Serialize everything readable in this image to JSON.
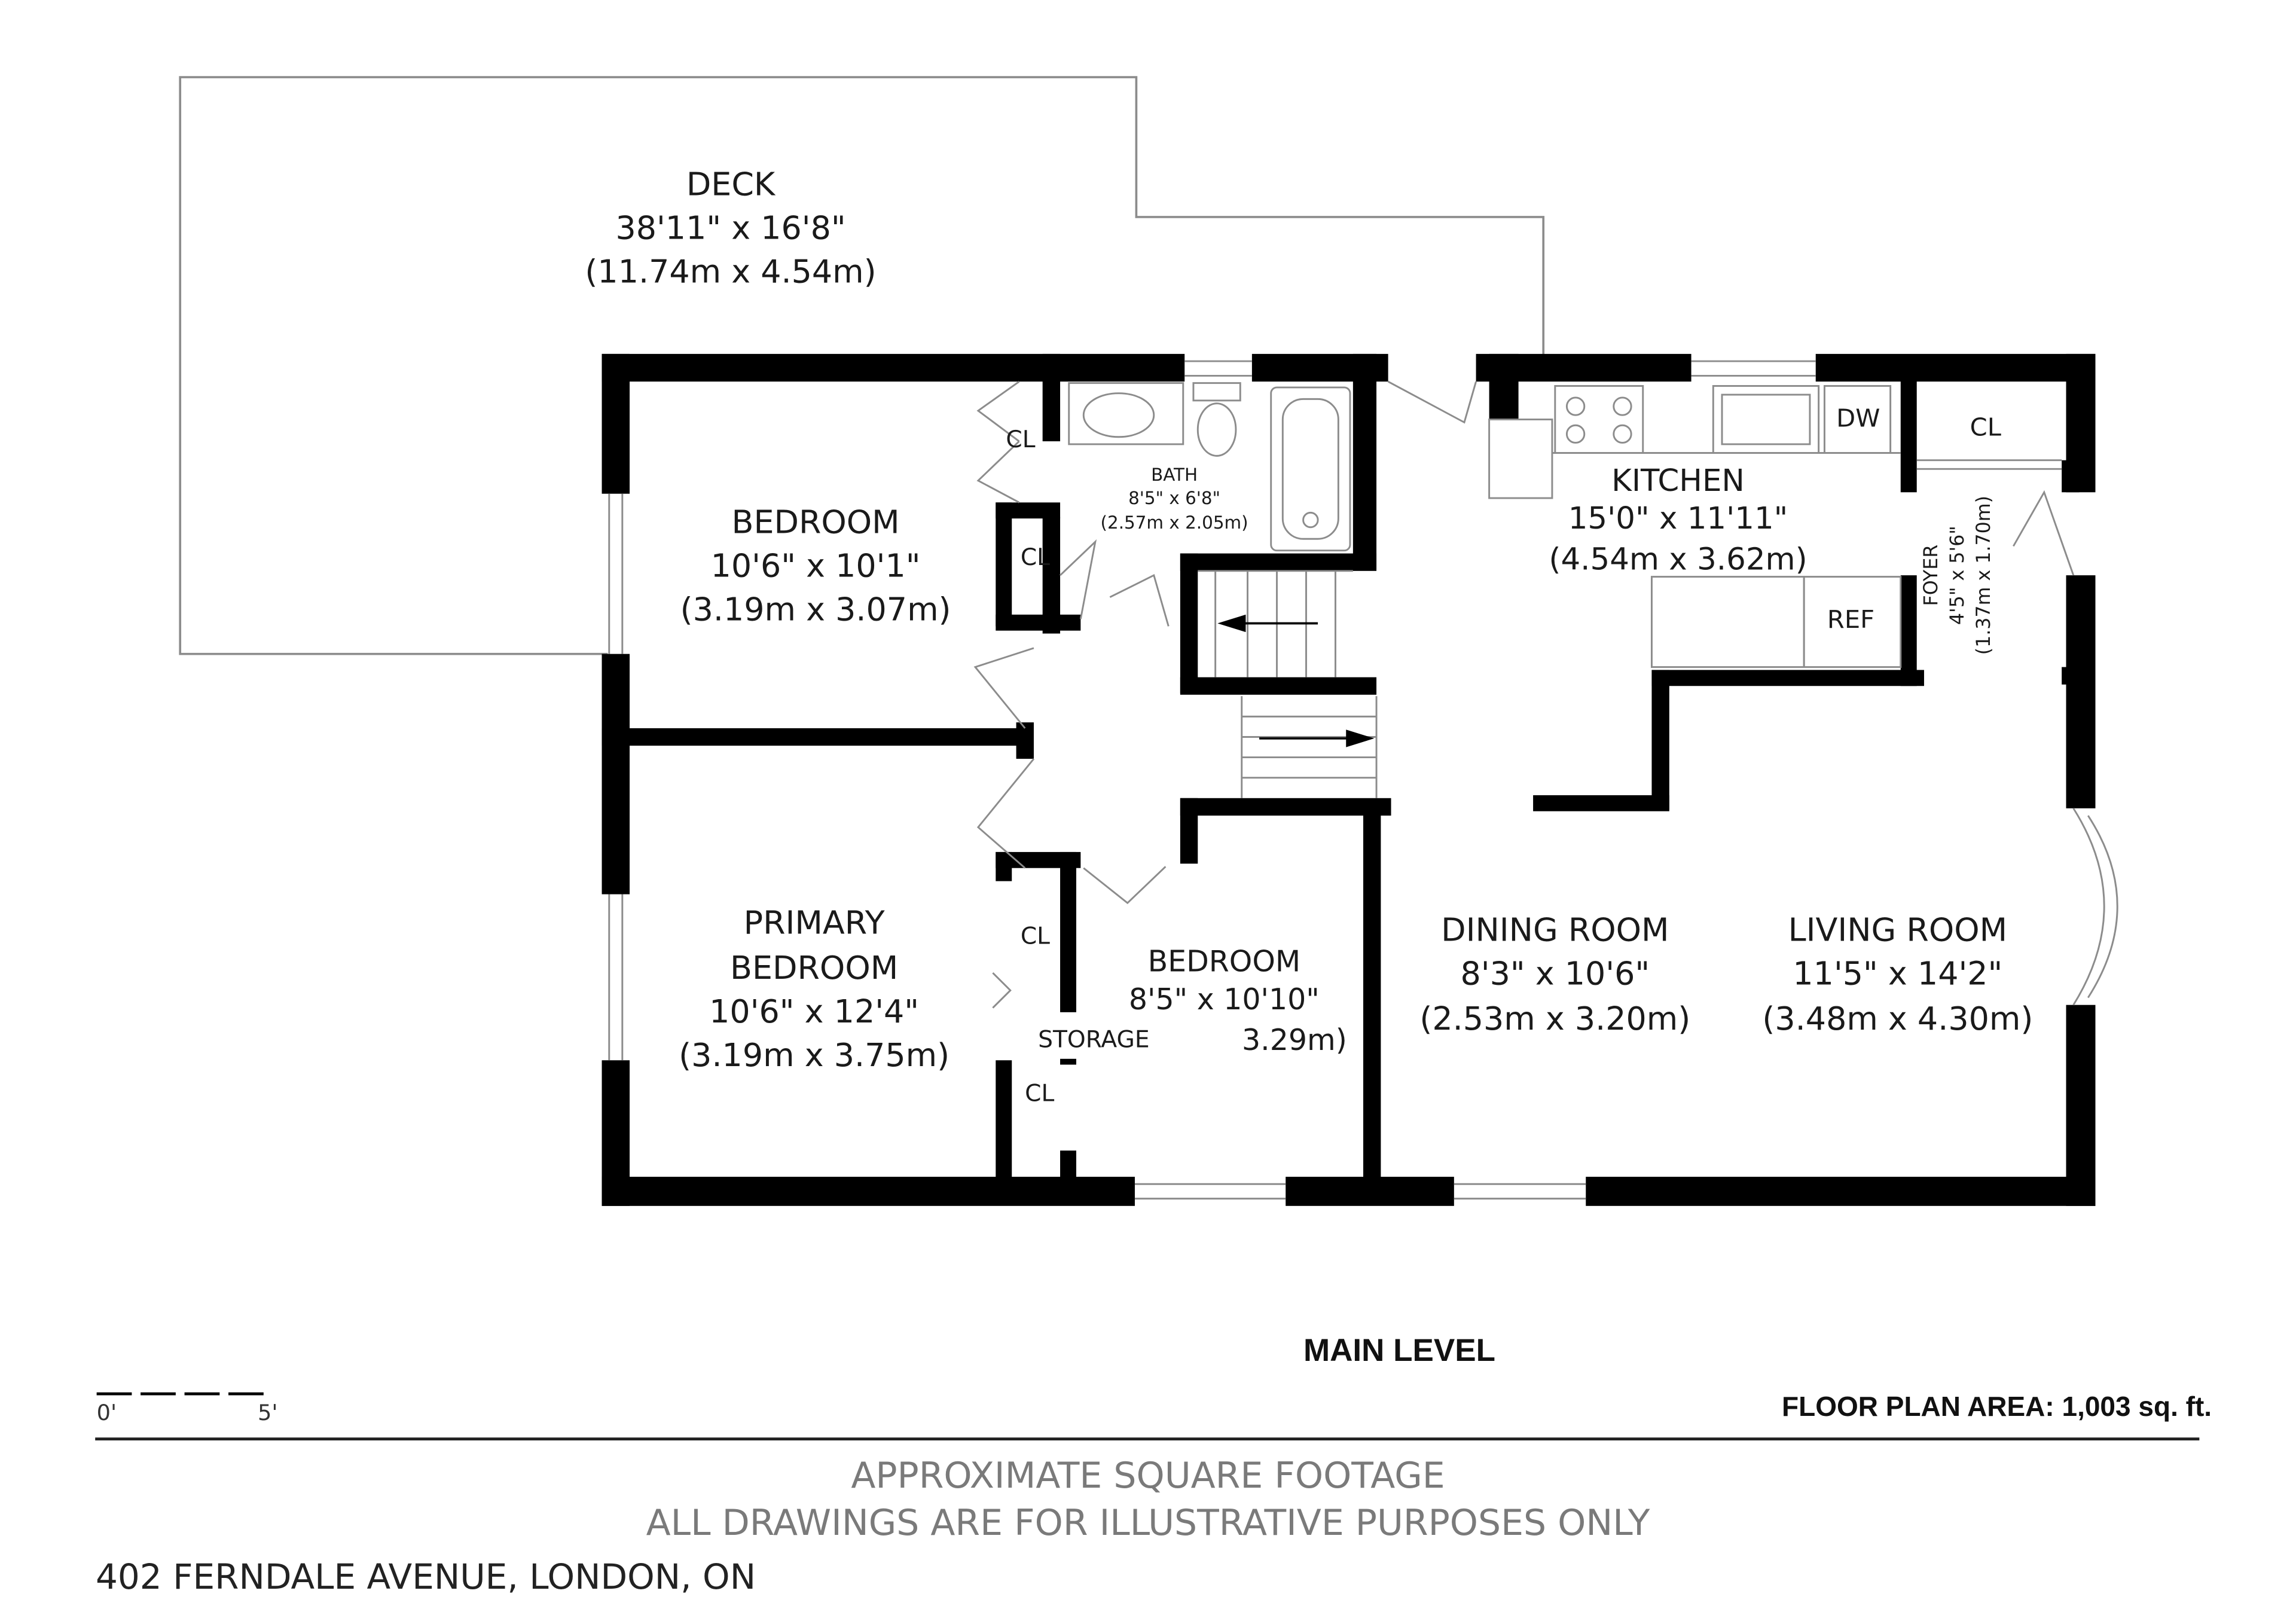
{
  "rooms": {
    "deck": {
      "name": "DECK",
      "dim_imperial": "38'11\" x 16'8\"",
      "dim_metric": "(11.74m x 4.54m)"
    },
    "bedroom1": {
      "name": "BEDROOM",
      "dim_imperial": "10'6\" x 10'1\"",
      "dim_metric": "(3.19m x 3.07m)"
    },
    "bath": {
      "name": "BATH",
      "dim_imperial": "8'5\" x 6'8\"",
      "dim_metric": "(2.57m x 2.05m)"
    },
    "kitchen": {
      "name": "KITCHEN",
      "dim_imperial": "15'0\" x 11'11\"",
      "dim_metric": "(4.54m x 3.62m)"
    },
    "foyer": {
      "name": "FOYER",
      "dim_imperial": "4'5\" x 5'6\"",
      "dim_metric": "(1.37m x 1.70m)"
    },
    "primary_bedroom": {
      "name_line1": "PRIMARY",
      "name_line2": "BEDROOM",
      "dim_imperial": "10'6\" x 12'4\"",
      "dim_metric": "(3.19m x 3.75m)"
    },
    "bedroom2": {
      "name": "BEDROOM",
      "dim_imperial": "8'5\" x 10'10\"",
      "dim_metric": "3.29m)"
    },
    "dining_room": {
      "name": "DINING ROOM",
      "dim_imperial": "8'3\" x 10'6\"",
      "dim_metric": "(2.53m x 3.20m)"
    },
    "living_room": {
      "name": "LIVING ROOM",
      "dim_imperial": "11'5\" x 14'2\"",
      "dim_metric": "(3.48m x 4.30m)"
    }
  },
  "fixtures": {
    "closet": "CL",
    "dishwasher": "DW",
    "refrigerator": "REF",
    "storage": "STORAGE"
  },
  "scale": {
    "start": "0'",
    "end": "5'"
  },
  "level_title": "MAIN LEVEL",
  "floor_area": "FLOOR PLAN AREA: 1,003 sq. ft.",
  "disclaimer_line1": "APPROXIMATE SQUARE FOOTAGE",
  "disclaimer_line2": "ALL DRAWINGS ARE FOR ILLUSTRATIVE PURPOSES ONLY",
  "address": "402 FERNDALE AVENUE, LONDON, ON",
  "colors": {
    "wall": "#000000",
    "thin": "#8c8c8c",
    "footer": "#7a7a7a"
  }
}
